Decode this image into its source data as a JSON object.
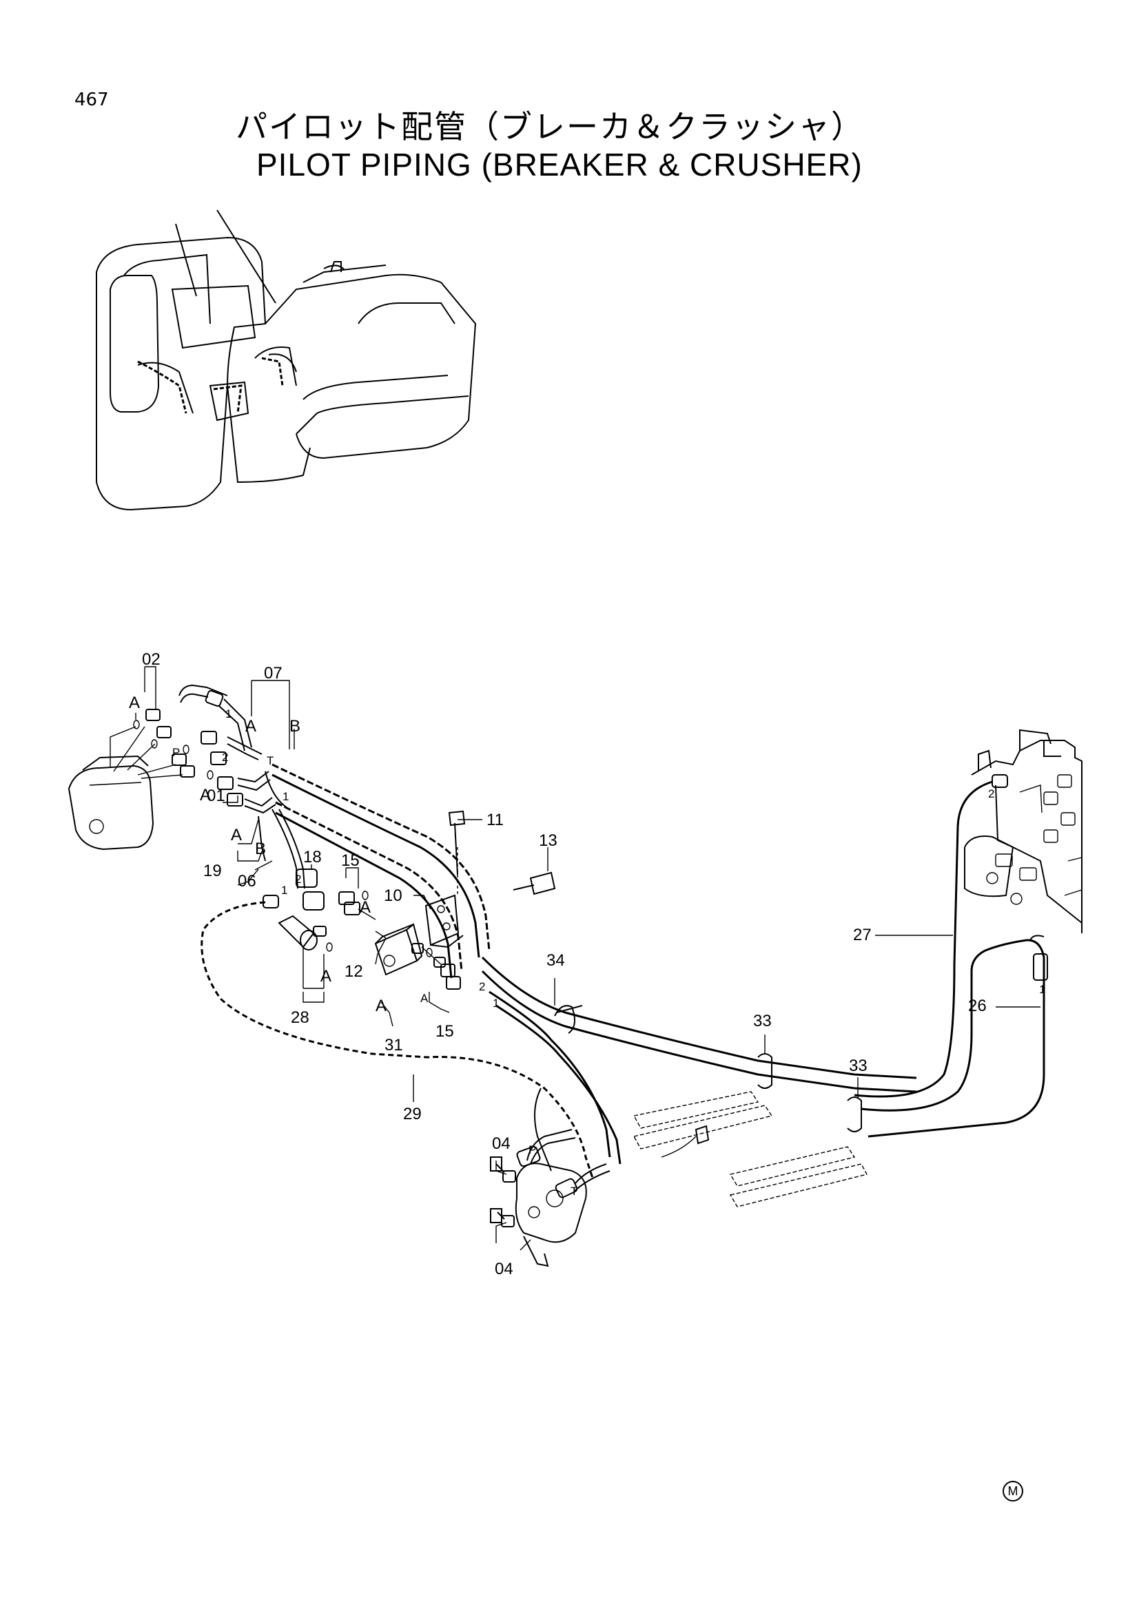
{
  "page_number": "467",
  "title_jp": "パイロット配管（ブレーカ＆クラッシャ）",
  "title_en": "PILOT PIPING (BREAKER & CRUSHER)",
  "callouts": {
    "c02": "02",
    "c07": "07",
    "c01": "01",
    "c06": "06",
    "c11": "11",
    "c13": "13",
    "c18": "18",
    "c15a": "15",
    "c15b": "15",
    "c10": "10",
    "c19": "19",
    "c12": "12",
    "c28": "28",
    "c31": "31",
    "c34": "34",
    "c33a": "33",
    "c33b": "33",
    "c27": "27",
    "c26": "26",
    "c29": "29",
    "c04a": "04",
    "c04b": "04"
  },
  "letters": {
    "a1": "A",
    "a2": "A",
    "a3": "A",
    "a4": "A",
    "a5": "A",
    "a6": "A",
    "a7": "A",
    "b1": "B",
    "b2": "B",
    "p1": "P",
    "t1": "T",
    "p2": "P",
    "t2": "T",
    "n1": "1",
    "n2": "2",
    "n3": "2",
    "n4": "1",
    "n5": "2",
    "n6": "1",
    "n7": "1",
    "n8": "2",
    "n9": "1"
  },
  "maker_mark": "M"
}
